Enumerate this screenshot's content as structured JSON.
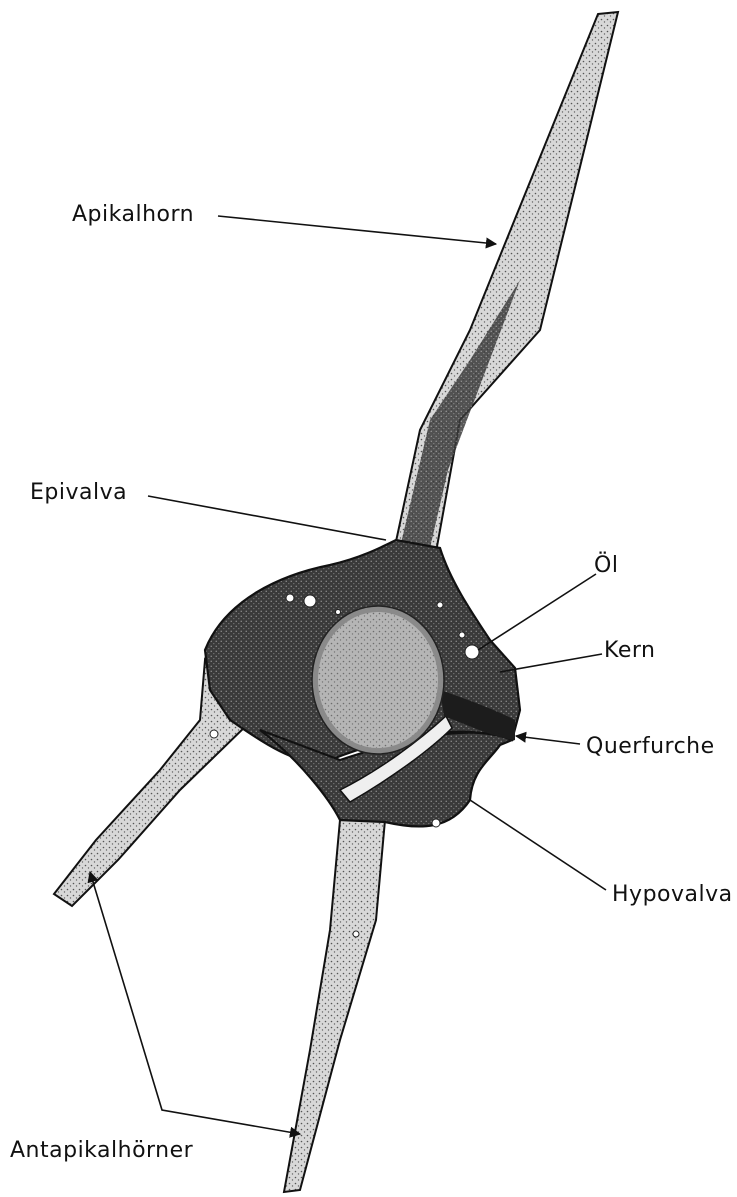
{
  "labels": {
    "apikalhorn": "Apikalhorn",
    "epivalva": "Epivalva",
    "oel": "Öl",
    "kern": "Kern",
    "querfurche": "Querfurche",
    "hypovalva": "Hypovalva",
    "antapikalhoerner": "Antapikalhörner"
  },
  "colors": {
    "ink": "#111111",
    "cell_fill": "#3e3e3e",
    "nucleus_fill": "#8a8a8a",
    "background": "#ffffff"
  }
}
